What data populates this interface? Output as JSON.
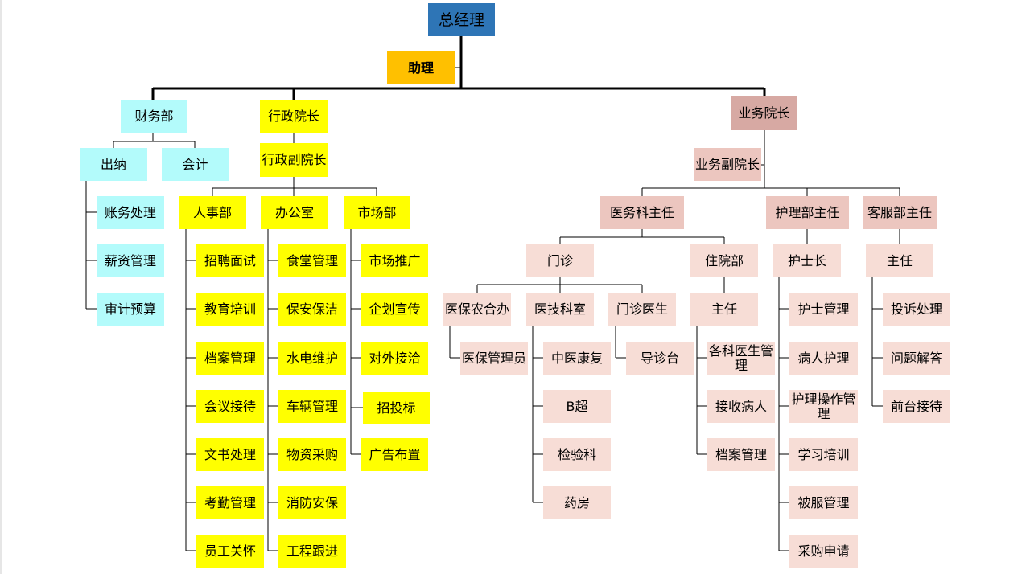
{
  "colors": {
    "gm": "#2e75b6",
    "assistant": "#ffc000",
    "finance": "#b3fbfb",
    "admin": "#ffff00",
    "business_head": "#d7a9a3",
    "business_mid": "#ecc6bf",
    "business_light": "#f7ddd6",
    "line": "#000000"
  },
  "top": {
    "general_manager": "总经理",
    "assistant": "助理"
  },
  "finance": {
    "head": "财务部",
    "cashier": "出纳",
    "accounting": "会计",
    "items": [
      "账务处理",
      "薪资管理",
      "审计预算"
    ]
  },
  "admin": {
    "dean": "行政院长",
    "vice_dean": "行政副院长",
    "hr": {
      "head": "人事部",
      "items": [
        "招聘面试",
        "教育培训",
        "档案管理",
        "会议接待",
        "文书处理",
        "考勤管理",
        "员工关怀"
      ]
    },
    "office": {
      "head": "办公室",
      "items": [
        "食堂管理",
        "保安保洁",
        "水电维护",
        "车辆管理",
        "物资采购",
        "消防安保",
        "工程跟进"
      ]
    },
    "market": {
      "head": "市场部",
      "items": [
        "市场推广",
        "企划宣传",
        "对外接洽",
        "招投标",
        "广告布置"
      ]
    }
  },
  "business": {
    "dean": "业务院长",
    "vice_dean": "业务副院长",
    "medical": {
      "head": "医务科主任",
      "outpatient": {
        "head": "门诊",
        "insurance": {
          "head": "医保农合办",
          "items": [
            "医保管理员"
          ]
        },
        "tech": {
          "head": "医技科室",
          "items": [
            "中医康复",
            "B超",
            "检验科",
            "药房"
          ]
        },
        "doctor": {
          "head": "门诊医生",
          "items": [
            "导诊台"
          ]
        }
      },
      "inpatient": {
        "head": "住院部",
        "director": "主任",
        "items": [
          "各科医生管理",
          "接收病人",
          "档案管理"
        ]
      }
    },
    "nursing": {
      "head": "护理部主任",
      "chief": "护士长",
      "items": [
        "护士管理",
        "病人护理",
        "护理操作管理",
        "学习培训",
        "被服管理",
        "采购申请"
      ]
    },
    "service": {
      "head": "客服部主任",
      "director": "主任",
      "items": [
        "投诉处理",
        "问题解答",
        "前台接待"
      ]
    }
  }
}
